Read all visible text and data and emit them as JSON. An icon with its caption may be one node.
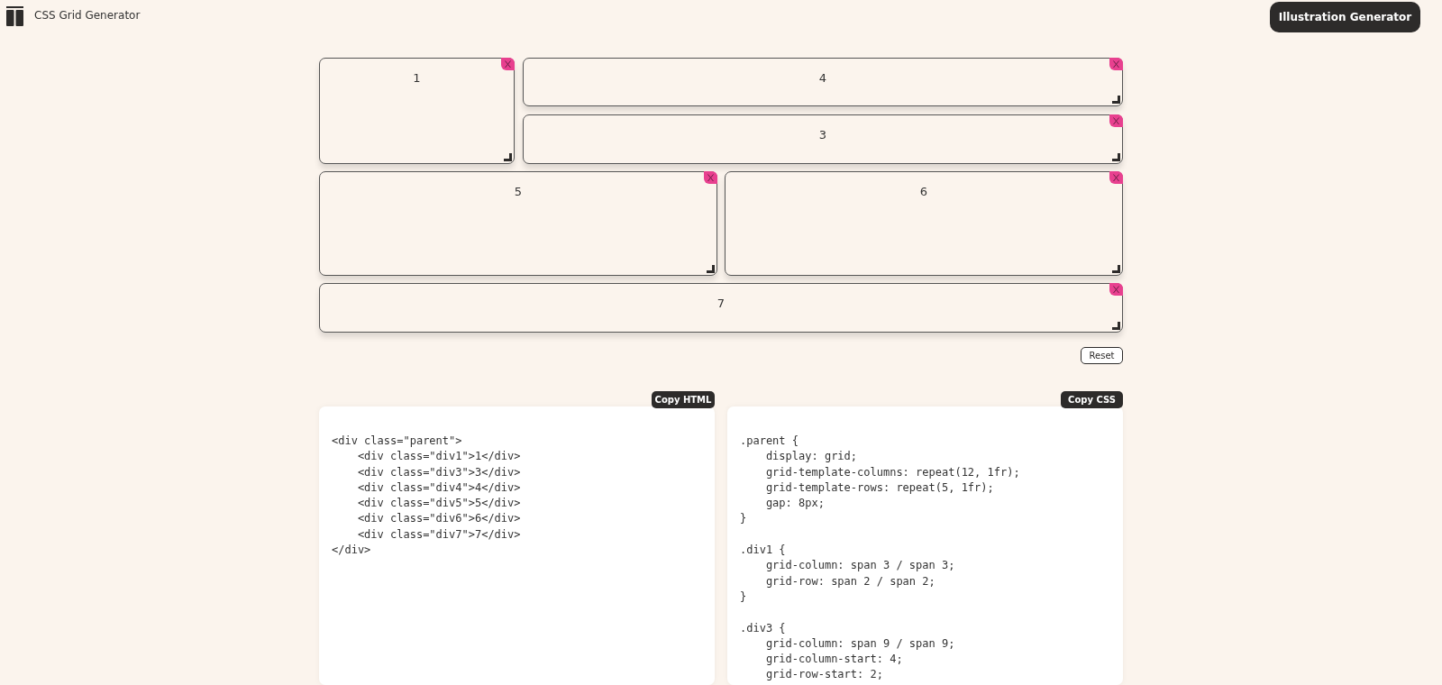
{
  "diagram": {
    "title": "CSS Grid Generator",
    "nodes": [
      {
        "text": [
          "1"
        ]
      },
      {
        "text": [
          "4"
        ]
      },
      {
        "text": [
          "3"
        ]
      },
      {
        "text": [
          "5"
        ]
      },
      {
        "text": [
          "6"
        ]
      },
      {
        "text": [
          "7"
        ]
      },
      {
        "text": [
          "<div class=\"parent\">",
          "    <div class=\"div1\">1</div>",
          "    <div class=\"div3\">3</div>",
          "    <div class=\"div4\">4</div>",
          "    <div class=\"div5\">5</div>",
          "    <div class=\"div6\">6</div>",
          "    <div class=\"div7\">7</div>",
          "</div>"
        ]
      },
      {
        "text": [
          ".parent {",
          "    display: grid;",
          "    grid-template-columns: repeat(12, 1fr);",
          "    grid-template-rows: repeat(5, 1fr);",
          "    gap: 8px;",
          "}",
          ".div1 {",
          "    grid-column: span 3 / span 3;",
          "    grid-row: span 2 / span 2;",
          "}",
          ".div3 {",
          "    grid-column: span 9 / span 9;",
          "    grid-column-start: 4;",
          "    grid-row-start: 2;"
        ]
      }
    ],
    "labels": [
      "Illustration Generator",
      "Reset",
      "Copy HTML",
      "Copy CSS"
    ]
  }
}
